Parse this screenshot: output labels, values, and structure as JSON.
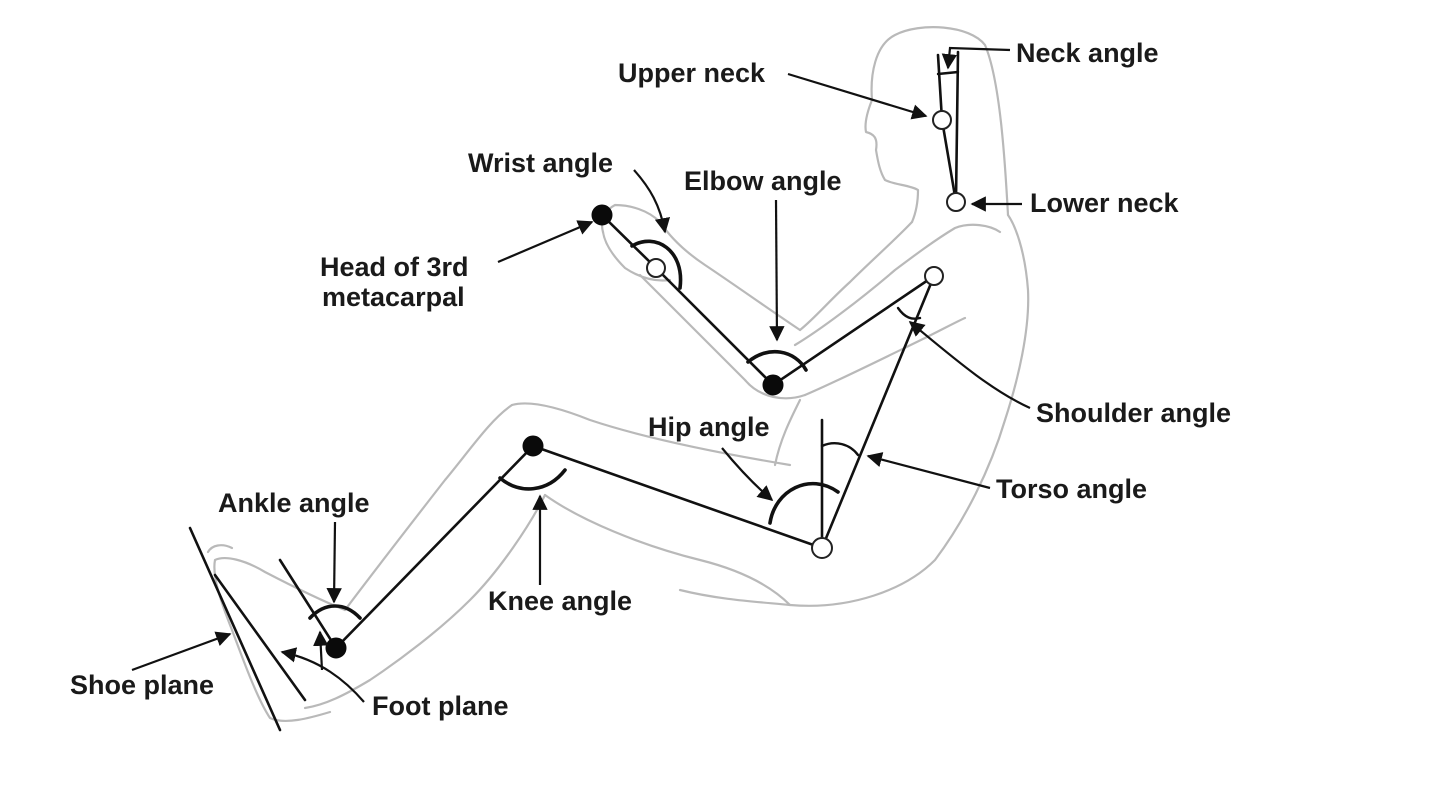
{
  "labels": {
    "neck_angle": "Neck angle",
    "upper_neck": "Upper neck",
    "wrist_angle": "Wrist angle",
    "elbow_angle": "Elbow angle",
    "lower_neck": "Lower neck",
    "head_3rd_metacarpal_line1": "Head of 3rd",
    "head_3rd_metacarpal_line2": "metacarpal",
    "shoulder_angle": "Shoulder angle",
    "hip_angle": "Hip angle",
    "torso_angle": "Torso angle",
    "ankle_angle": "Ankle angle",
    "knee_angle": "Knee angle",
    "shoe_plane": "Shoe plane",
    "foot_plane": "Foot plane"
  },
  "colors": {
    "outline": "#b9b9b9",
    "ink": "#111111",
    "background": "#ffffff"
  }
}
